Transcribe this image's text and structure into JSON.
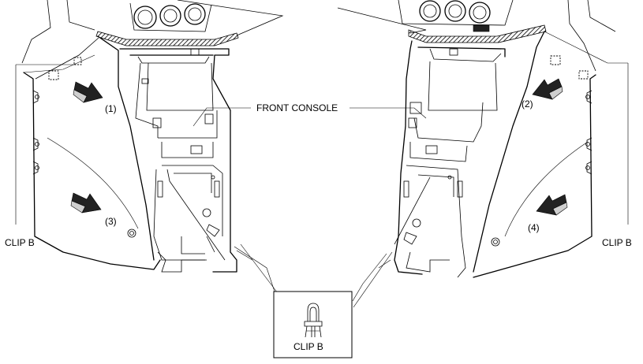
{
  "labels": {
    "front_console": "FRONT CONSOLE",
    "clip_b_left": "CLIP B",
    "clip_b_right": "CLIP B",
    "clip_b_inset": "CLIP B"
  },
  "steps": [
    "(1)",
    "(2)",
    "(3)",
    "(4)"
  ],
  "icons": {
    "arrow": "removal-direction-arrow",
    "clip": "clip-b-icon"
  }
}
